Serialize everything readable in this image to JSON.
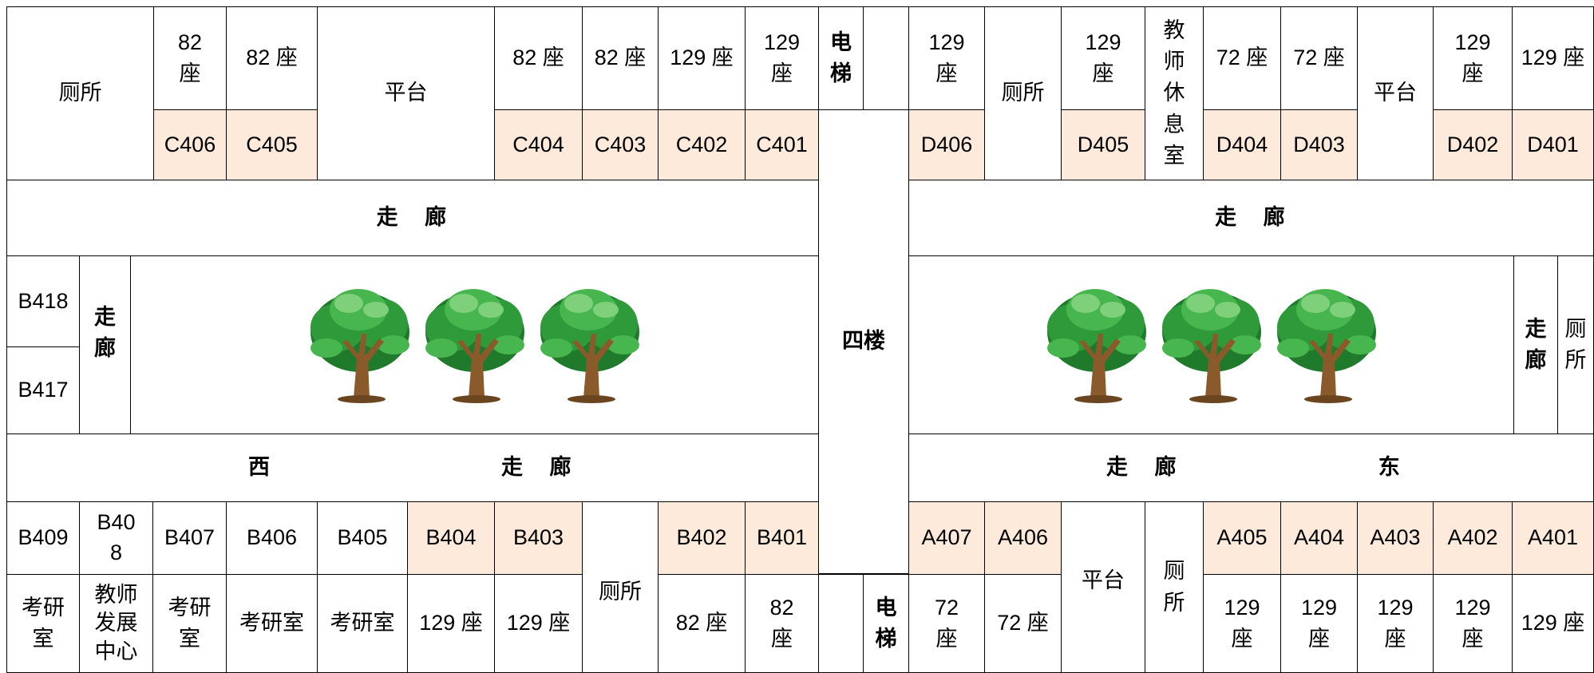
{
  "floor_label": "四楼",
  "top_wing": {
    "seat_row": {
      "west_toilet": "厕所",
      "c406_seats": "82 座",
      "c405_seats": "82 座",
      "platform": "平台",
      "c404_seats": "82 座",
      "c403_seats": "82 座",
      "c402_seats": "129 座",
      "c401_seats": "129 座",
      "elevator": "电梯",
      "d406_seats": "129 座",
      "toilet": "厕所",
      "d405_seats": "129 座",
      "teacher_lounge": "教师休息室",
      "d404_seats": "72 座",
      "d403_seats": "72 座",
      "platform_east": "平台",
      "d402_seats": "129 座",
      "d401_seats": "129 座"
    },
    "room_row": {
      "c406": "C406",
      "c405": "C405",
      "c404": "C404",
      "c403": "C403",
      "c402": "C402",
      "c401": "C401",
      "d406": "D406",
      "d405": "D405",
      "d404": "D404",
      "d403": "D403",
      "d402": "D402",
      "d401": "D401"
    }
  },
  "corridors": {
    "north_west": "走　廊",
    "north_east": "走　廊",
    "west_vertical": "走廊",
    "east_vertical": "走廊",
    "east_toilet": "厕所",
    "south_west_label": "西",
    "south_west": "走　廊",
    "south_east": "走　廊",
    "south_east_label": "东"
  },
  "courtyard": {
    "b418": "B418",
    "b417": "B417",
    "tree_icon": "tree-icon"
  },
  "bottom_wing": {
    "room_row": {
      "b409": "B409",
      "b408": "B408",
      "b407": "B407",
      "b406": "B406",
      "b405": "B405",
      "b404": "B404",
      "b403": "B403",
      "b402": "B402",
      "b401": "B401",
      "a407": "A407",
      "a406": "A406",
      "a405": "A405",
      "a404": "A404",
      "a403": "A403",
      "a402": "A402",
      "a401": "A401"
    },
    "use_row": {
      "b409_use": "考研室",
      "b408_use": "教师发展中心",
      "b407_use": "考研室",
      "b406_use": "考研室",
      "b405_use": "考研室",
      "b404_seats": "129 座",
      "b403_seats": "129 座",
      "toilet_west": "厕所",
      "platform": "平台",
      "toilet_east": "厕所",
      "b402_seats": "82 座",
      "b401_seats": "82 座",
      "elevator": "电梯",
      "a407_seats": "72 座",
      "a406_seats": "72 座",
      "a405_seats": "129 座",
      "a404_seats": "129 座",
      "a403_seats": "129 座",
      "a402_seats": "129 座",
      "a401_seats": "129 座"
    }
  },
  "colors": {
    "room_highlight": "#fdeadb",
    "border": "#000000",
    "tree_foliage": "#2e9a3a",
    "tree_trunk": "#8b5a2b"
  }
}
